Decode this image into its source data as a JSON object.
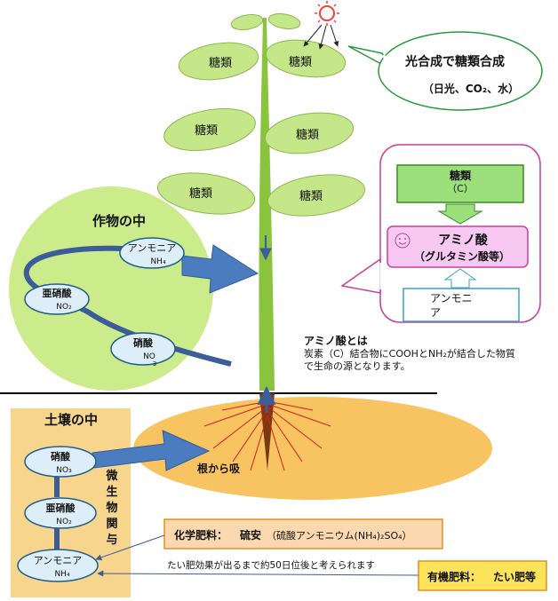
{
  "leaves": {
    "label": "糖類"
  },
  "photosynthesis": {
    "title": "光合成で糖類合成",
    "sub": "（日光、CO₂、水）"
  },
  "crop": {
    "title": "作物の中",
    "ammonia_top": "アンモニア",
    "ammonia_bottom": "NH₄",
    "nitrite_top": "亜硝酸",
    "nitrite_bottom": "NO₂",
    "nitrate_top": "硝酸",
    "nitrate_bottom": "NO",
    "nitrate_sub": "3"
  },
  "amino_box": {
    "sugar_top": "糖類",
    "sugar_bottom": "（C）",
    "amino_top": "アミノ酸",
    "amino_bottom": "（グルタミン酸等）",
    "ammonia_top": "アンモニ",
    "ammonia_bottom": "ア"
  },
  "amino_note": {
    "line1": "アミノ酸とは",
    "line2": "炭素（C）結合物にCOOHとNH₂が結合した物質",
    "line3": "で生命の源となります。"
  },
  "soil": {
    "title": "土壌の中",
    "nitrate_top": "硝酸",
    "nitrate_bottom": "NO₃",
    "nitrite_top": "亜硝酸",
    "nitrite_bottom": "NO₂",
    "ammonia_top": "アンモニア",
    "ammonia_bottom": "NH₄",
    "microbe": [
      "微",
      "生",
      "物",
      "関",
      "与"
    ],
    "root_label": "根から吸"
  },
  "chemical": {
    "label": "化学肥料：",
    "name": "硫安",
    "detail": "（硫酸アンモニウム(NH₄)₂SO₄）"
  },
  "compost_note": "たい肥効果が出るまで約50日位後と考えられます",
  "organic": {
    "label": "有機肥料：",
    "name": "たい肥等"
  },
  "colors": {
    "leaf": "#c6e68a",
    "stem": "#8ac43f",
    "crop_bg": "#cceb8a",
    "soil_bg": "#f8c461",
    "soil_box": "#f7d58c",
    "cell": "#deeef8",
    "cell_stroke": "#1b5d8f",
    "arrow": "#4a7cbf",
    "amino_pink": "#f7c9f2",
    "frame_pink": "#c83f9b",
    "sugar_green": "#9be07a",
    "orange_box": "#fbd8b0",
    "yellow_box": "#fce35a",
    "sun": "#ff3b3b"
  }
}
